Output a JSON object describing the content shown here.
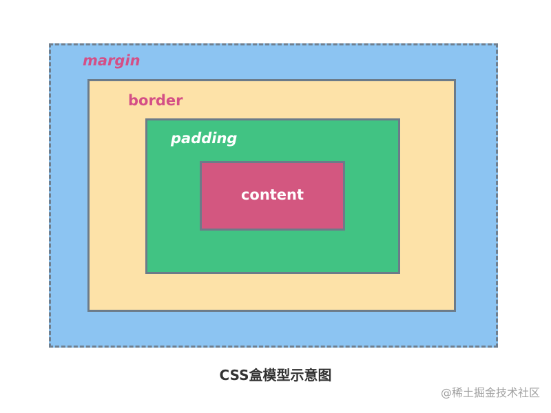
{
  "diagram": {
    "layers": {
      "margin": {
        "label": "margin",
        "color": "#8cc4f2"
      },
      "border": {
        "label": "border",
        "color": "#fde2a8"
      },
      "padding": {
        "label": "padding",
        "color": "#41c383"
      },
      "content": {
        "label": "content",
        "color": "#d35780"
      }
    },
    "caption": "CSS盒模型示意图"
  },
  "watermark": "@稀土掘金技术社区"
}
